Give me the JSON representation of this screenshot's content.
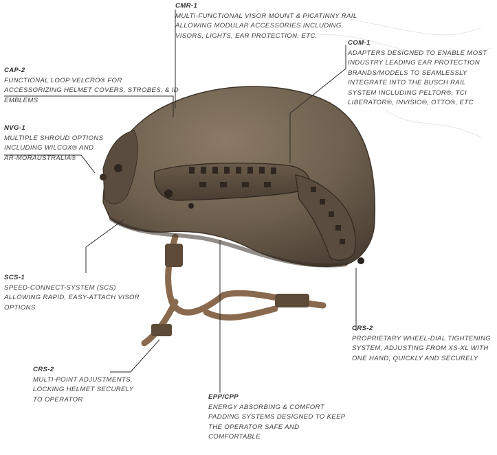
{
  "callouts": {
    "cmr1": {
      "code": "CMR-1",
      "desc": "MULTI-FUNCTIONAL VISOR MOUNT & PICATINNY RAIL ALLOWING MODULAR ACCESSORIES INCLUDING, VISORS, LIGHTS, EAR PROTECTION, ETC."
    },
    "com1": {
      "code": "COM-1",
      "desc": "ADAPTERS DESIGNED TO ENABLE MOST INDUSTRY LEADING EAR PROTECTION BRANDS/MODELS TO SEAMLESSLY INTEGRATE INTO THE BUSCH RAIL SYSTEM INCLUDING PELTOR®, TCI LIBERATOR®, INVISIO®, OTTO®, ETC"
    },
    "cap2": {
      "code": "CAP-2",
      "desc": "FUNCTIONAL LOOP VELCRO® FOR ACCESSORIZING HELMET COVERS, STROBES, & ID EMBLEMS"
    },
    "nvg1": {
      "code": "NVG-1",
      "desc": "MULTIPLE SHROUD OPTIONS INCLUDING WILCOX® AND AR-MORAUSTRALIA®"
    },
    "scs1": {
      "code": "SCS-1",
      "desc": "SPEED-CONNECT-SYSTEM (SCS) ALLOWING RAPID, EASY-ATTACH VISOR OPTIONS"
    },
    "crs2_right": {
      "code": "CRS-2",
      "desc": "PROPRIETARY WHEEL-DIAL TIGHTENING SYSTEM, ADJUSTING FROM XS-XL WITH ONE HAND, QUICKLY AND SECURELY"
    },
    "crs2_left": {
      "code": "CRS-2",
      "desc": "MULTI-POINT ADJUSTMENTS, LOCKING HELMET SECURELY TO OPERATOR"
    },
    "eppcpp": {
      "code": "EPP/CPP",
      "desc": "ENERGY ABSORBING & COMFORT PADDING SYSTEMS DESIGNED TO KEEP THE OPERATOR SAFE AND COMFORTABLE"
    }
  },
  "colors": {
    "shell": "#6f604f",
    "shell_dark": "#4d4236",
    "rail": "#5a4c3e",
    "strap": "#8a6a4e",
    "leader": "#2b2b2b"
  }
}
